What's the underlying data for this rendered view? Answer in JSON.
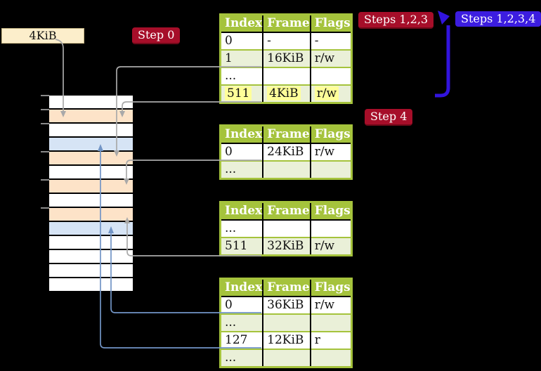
{
  "colors": {
    "table_green": "#a5c33c",
    "row_green": "#eaf0d8",
    "highlight_yellow": "#ffff99",
    "crimson": "#a60e29",
    "crimson_dark": "#6e0818",
    "step_blue": "#3c1de0",
    "big_arrow": "#3214dd",
    "peach": "#fde3c8",
    "page_blue": "#d6e4f5",
    "page_white": "#ffffff",
    "cream": "#fceecb",
    "cream_border": "#c9b887",
    "gray_arrow": "#a9a9a9",
    "blue_arrow": "#7295c6",
    "tick_gray": "#8a8a8a"
  },
  "labels": {
    "size_box": "4KiB",
    "step0": "Step 0",
    "steps123": "Steps 1,2,3",
    "steps1234": "Steps 1,2,3,4",
    "step4": "Step 4"
  },
  "page_tables": [
    {
      "headers": [
        "Index",
        "Frame",
        "Flags"
      ],
      "rows": [
        {
          "cells": [
            "0",
            "-",
            "-"
          ],
          "shaded": false,
          "highlighted": false
        },
        {
          "cells": [
            "1",
            "16KiB",
            "r/w"
          ],
          "shaded": true,
          "highlighted": false
        },
        {
          "cells": [
            "...",
            "",
            ""
          ],
          "shaded": false,
          "highlighted": false
        },
        {
          "cells": [
            "511",
            "4KiB",
            "r/w"
          ],
          "shaded": true,
          "highlighted": true
        }
      ]
    },
    {
      "headers": [
        "Index",
        "Frame",
        "Flags"
      ],
      "rows": [
        {
          "cells": [
            "0",
            "24KiB",
            "r/w"
          ],
          "shaded": false,
          "highlighted": false
        },
        {
          "cells": [
            "...",
            "",
            ""
          ],
          "shaded": true,
          "highlighted": false
        }
      ]
    },
    {
      "headers": [
        "Index",
        "Frame",
        "Flags"
      ],
      "rows": [
        {
          "cells": [
            "...",
            "",
            ""
          ],
          "shaded": false,
          "highlighted": false
        },
        {
          "cells": [
            "511",
            "32KiB",
            "r/w"
          ],
          "shaded": true,
          "highlighted": false
        }
      ]
    },
    {
      "headers": [
        "Index",
        "Frame",
        "Flags"
      ],
      "rows": [
        {
          "cells": [
            "0",
            "36KiB",
            "r/w"
          ],
          "shaded": false,
          "highlighted": false
        },
        {
          "cells": [
            "...",
            "",
            ""
          ],
          "shaded": true,
          "highlighted": false
        },
        {
          "cells": [
            "127",
            "12KiB",
            "r"
          ],
          "shaded": false,
          "highlighted": false
        },
        {
          "cells": [
            "...",
            "",
            ""
          ],
          "shaded": true,
          "highlighted": false
        }
      ]
    }
  ],
  "memory": {
    "rows": [
      "white",
      "peach",
      "white",
      "blue",
      "peach",
      "white",
      "peach",
      "white",
      "peach",
      "blue",
      "white",
      "white",
      "white",
      "white"
    ]
  }
}
